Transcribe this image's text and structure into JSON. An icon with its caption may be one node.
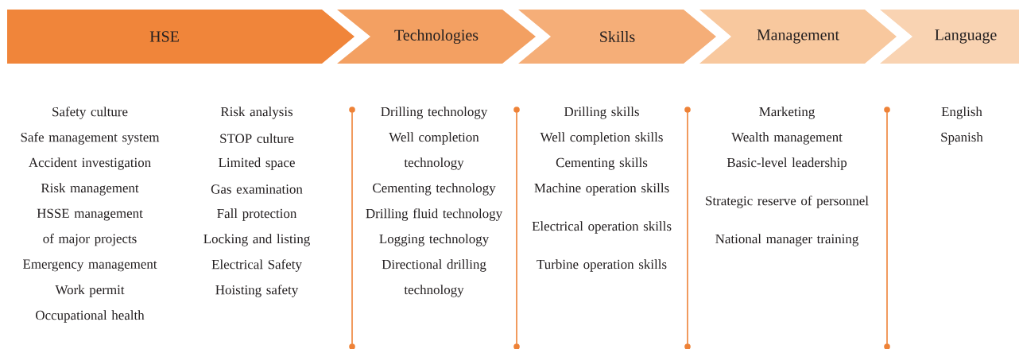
{
  "diagram": {
    "nodes": [
      {
        "text": [
          "HSE"
        ],
        "beside": [
          "Safety culture",
          "Safe management system",
          "Accident investigation",
          "Risk management",
          "HSSE management of major projects",
          "Emergency management",
          "Work permit",
          "Occupational health",
          "Risk analysis",
          "STOP culture",
          "Limited space",
          "Gas examination",
          "Fall protection",
          "Locking and listing",
          "Electrical Safety",
          "Hoisting safety"
        ]
      },
      {
        "text": [
          "Technologies"
        ],
        "beside": [
          "Drilling technology",
          "Well completion technology",
          "Cementing technology",
          "Drilling fluid technology",
          "Logging technology",
          "Directional drilling technology"
        ]
      },
      {
        "text": [
          "Skills"
        ],
        "beside": [
          "Drilling skills",
          "Well completion skills",
          "Cementing skills",
          "Machine operation skills",
          "Electrical operation skills",
          "Turbine operation skills"
        ]
      },
      {
        "text": [
          "Management"
        ],
        "beside": [
          "Marketing",
          "Wealth management",
          "Basic-level leadership",
          "Strategic reserve of personnel",
          "National manager training"
        ]
      },
      {
        "text": [
          "Language"
        ],
        "beside": [
          "English",
          "Spanish"
        ]
      }
    ]
  }
}
